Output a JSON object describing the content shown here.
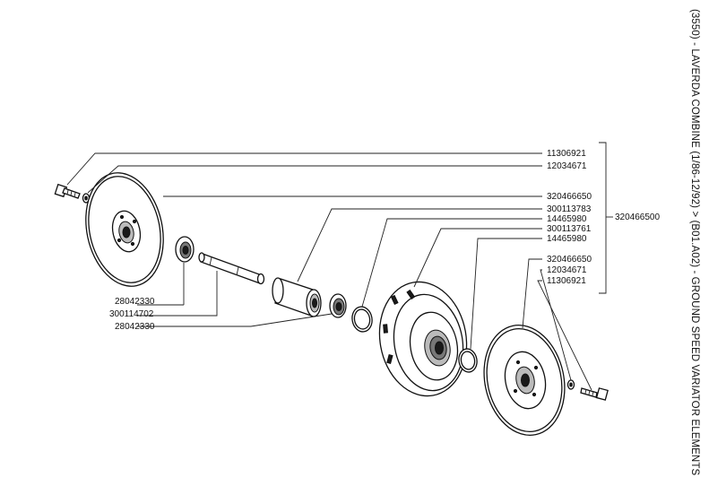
{
  "title": "(3550) - LAVERDA COMBINE (1/86-12/92) > (B01.A02) - GROUND SPEED VARIATOR ELEMENTS",
  "assembly_label": "320466500",
  "right_labels": [
    "11306921",
    "12034671",
    "320466650",
    "300113783",
    "14465980",
    "300113761",
    "14465980",
    "320466650",
    "12034671",
    "11306921"
  ],
  "left_labels": [
    "28042330",
    "300114702",
    "28042330"
  ]
}
